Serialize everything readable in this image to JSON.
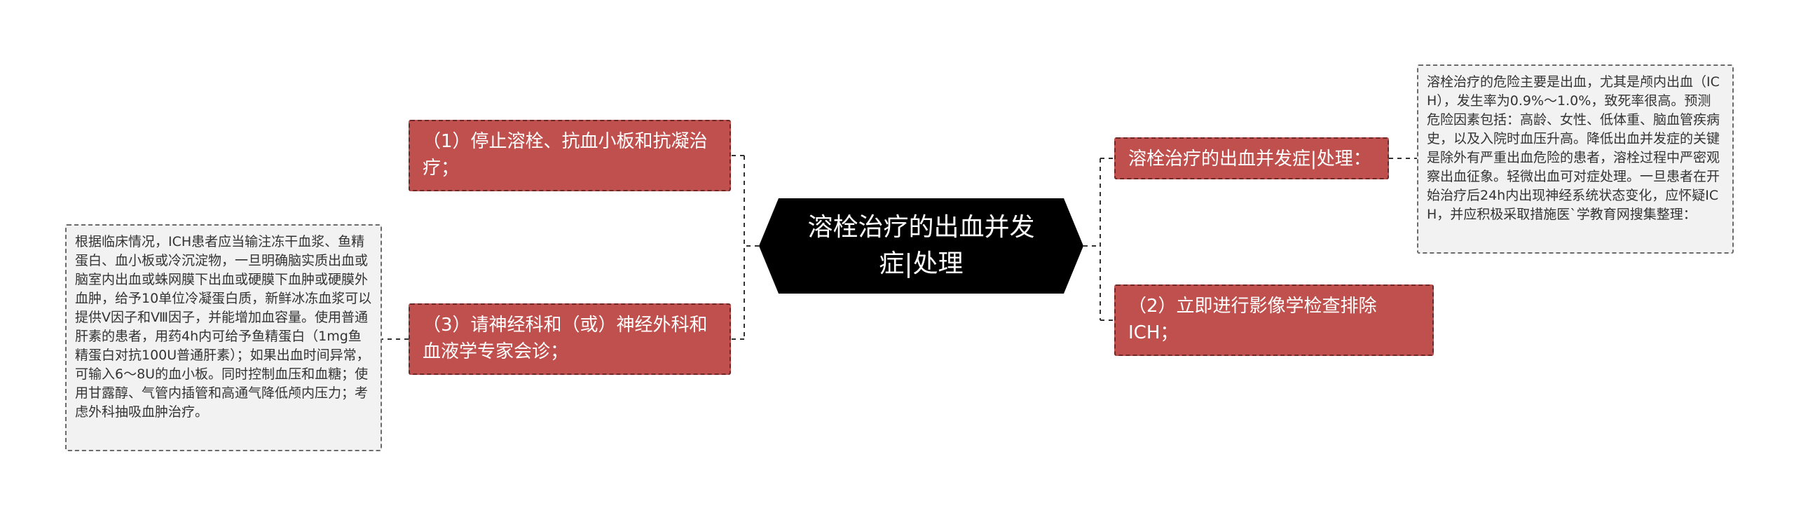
{
  "diagram": {
    "root": {
      "label": "溶栓治疗的出血并发症|处理"
    },
    "left_branches": [
      {
        "label": "（1）停止溶栓、抗血小板和抗凝治疗；"
      },
      {
        "label": "（3）请神经科和（或）神经外科和血液学专家会诊；",
        "note": "根据临床情况，ICH患者应当输注冻干血浆、鱼精蛋白、血小板或冷沉淀物，一旦明确脑实质出血或脑室内出血或蛛网膜下出血或硬膜下血肿或硬膜外血肿，给予10单位冷凝蛋白质，新鲜冰冻血浆可以提供Ⅴ因子和Ⅷ因子，并能增加血容量。使用普通肝素的患者，用药4h内可给予鱼精蛋白（1mg鱼精蛋白对抗100U普通肝素）；如果出血时间异常，可输入6～8U的血小板。同时控制血压和血糖；使用甘露醇、气管内插管和高通气降低颅内压力；考虑外科抽吸血肿治疗。"
      }
    ],
    "right_branches": [
      {
        "label": "溶栓治疗的出血并发症|处理：",
        "note": "溶栓治疗的危险主要是出血，尤其是颅内出血（ICH），发生率为0.9%～1.0%，致死率很高。预测危险因素包括：高龄、女性、低体重、脑血管疾病史，以及入院时血压升高。降低出血并发症的关键是除外有严重出血危险的患者，溶栓过程中严密观察出血征象。轻微出血可对症处理。一旦患者在开始治疗后24h内出现神经系统状态变化，应怀疑ICH，并应积极采取措施医`学教育网搜集整理："
      },
      {
        "label": "（2）立即进行影像学检查排除ICH；"
      }
    ]
  },
  "colors": {
    "root_fill": "#000000",
    "branch_fill": "#c0504d",
    "branch_border": "#6b2a28",
    "note_fill": "#f2f2f2",
    "note_border": "#6b6b6b",
    "connector": "#333333"
  }
}
